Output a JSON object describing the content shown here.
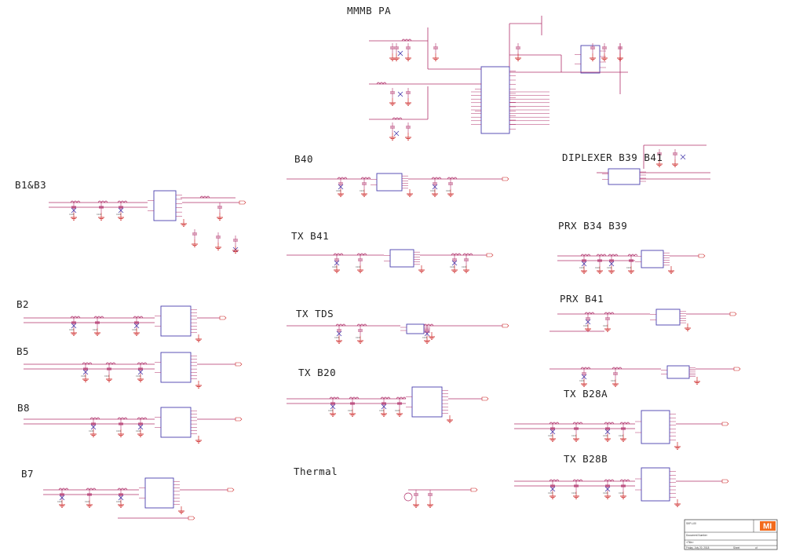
{
  "sections": {
    "mmmb_pa": "MMMB PA",
    "b40": "B40",
    "diplexer": "DIPLEXER B39 B41",
    "b1b3": "B1&B3",
    "tx_b41": "TX B41",
    "prx_b34_b39": "PRX B34 B39",
    "b2": "B2",
    "tx_tds": "TX TDS",
    "prx_b41": "PRX B41",
    "b5": "B5",
    "tx_b20": "TX B20",
    "tx_b28a": "TX B28A",
    "b8": "B8",
    "b7": "B7",
    "thermal": "Thermal",
    "tx_b28b": "TX B28B"
  },
  "title_block": {
    "logo": "MI",
    "project": "SKP-L00",
    "doc_title": "Document Number",
    "doc_sub": "<Title>",
    "date": "Friday, July 20, 2018",
    "sheet_label": "Sheet",
    "sheet": "of"
  },
  "colors": {
    "wire": "#b0306a",
    "ground": "#cc2222",
    "ic_border": "#4a3fae",
    "label": "#333333",
    "logo_bg": "#f26b1d"
  }
}
